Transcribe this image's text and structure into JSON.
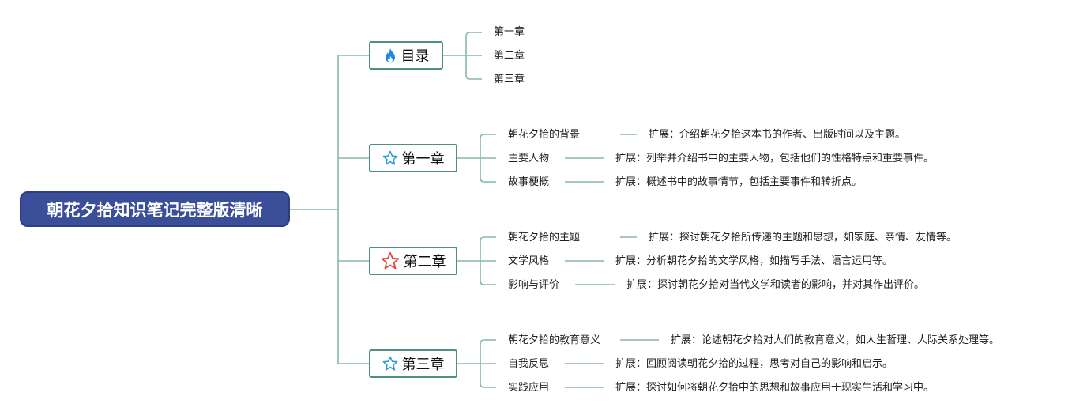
{
  "root": {
    "title": "朝花夕拾知识笔记完整版清晰"
  },
  "branches": [
    {
      "icon": "fire-icon",
      "label": "目录",
      "children": [
        {
          "label": "第一章"
        },
        {
          "label": "第二章"
        },
        {
          "label": "第三章"
        }
      ]
    },
    {
      "icon": "star-outline-icon",
      "label": "第一章",
      "children": [
        {
          "label": "朝花夕拾的背景",
          "detail": "扩展：介绍朝花夕拾这本书的作者、出版时间以及主题。"
        },
        {
          "label": "主要人物",
          "detail": "扩展：列举并介绍书中的主要人物，包括他们的性格特点和重要事件。"
        },
        {
          "label": "故事梗概",
          "detail": "扩展：概述书中的故事情节，包括主要事件和转折点。"
        }
      ]
    },
    {
      "icon": "star-outline-icon",
      "label": "第二章",
      "children": [
        {
          "label": "朝花夕拾的主题",
          "detail": "扩展：探讨朝花夕拾所传递的主题和思想，如家庭、亲情、友情等。"
        },
        {
          "label": "文学风格",
          "detail": "扩展：分析朝花夕拾的文学风格，如描写手法、语言运用等。"
        },
        {
          "label": "影响与评价",
          "detail": "扩展：探讨朝花夕拾对当代文学和读者的影响，并对其作出评价。"
        }
      ]
    },
    {
      "icon": "star-outline-icon",
      "label": "第三章",
      "children": [
        {
          "label": "朝花夕拾的教育意义",
          "detail": "扩展：论述朝花夕拾对人们的教育意义，如人生哲理、人际关系处理等。"
        },
        {
          "label": "自我反思",
          "detail": "扩展：回顾阅读朝花夕拾的过程，思考对自己的影响和启示。"
        },
        {
          "label": "实践应用",
          "detail": "扩展：探讨如何将朝花夕拾中的思想和故事应用于现实生活和学习中。"
        }
      ]
    }
  ],
  "colors": {
    "root_fill": "#3a4e9a",
    "line": "#86b8ac",
    "branch_border": "#4f8f86",
    "fire_icon": "#1e88e5",
    "star_blue": "#2a9fd8",
    "star_red": "#e24a3b"
  }
}
